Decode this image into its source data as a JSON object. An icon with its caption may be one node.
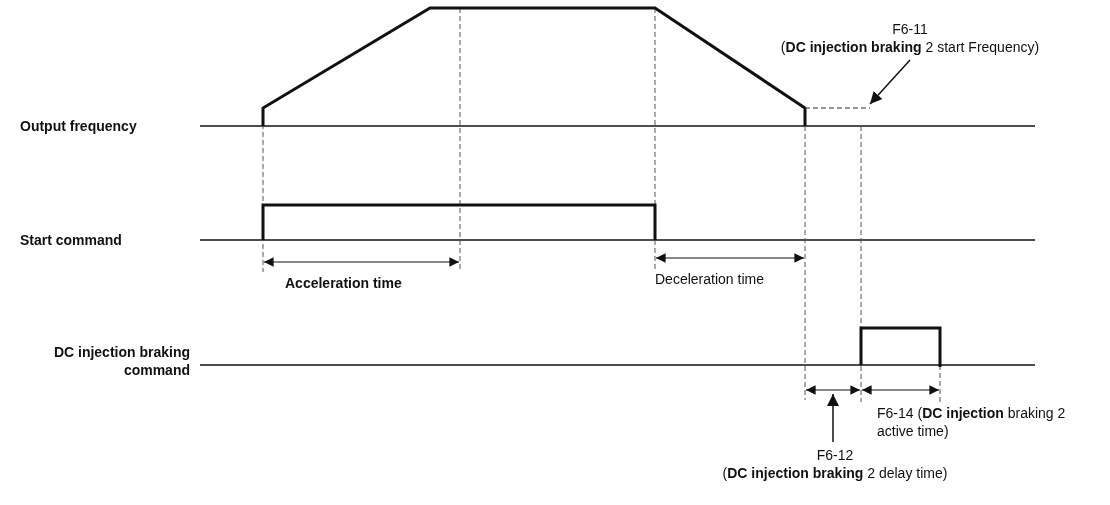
{
  "diagram": {
    "nodes": [
      {
        "text": [
          "F6-11",
          "(**DC injection braking** 2 start Frequency)"
        ]
      },
      {
        "text": [
          "F6-12",
          "(**DC injection braking** 2 delay time)"
        ]
      }
    ],
    "edges": [
      {
        "from": 0,
        "to": null,
        "arrow": "to"
      },
      {
        "from": 1,
        "to": null,
        "arrow": "to"
      }
    ],
    "labels": [
      "Output frequency",
      "Start command",
      "Acceleration time",
      "Deceleration time",
      "DC injection braking command",
      "F6-14 (**DC injection** braking 2 active time)"
    ]
  }
}
